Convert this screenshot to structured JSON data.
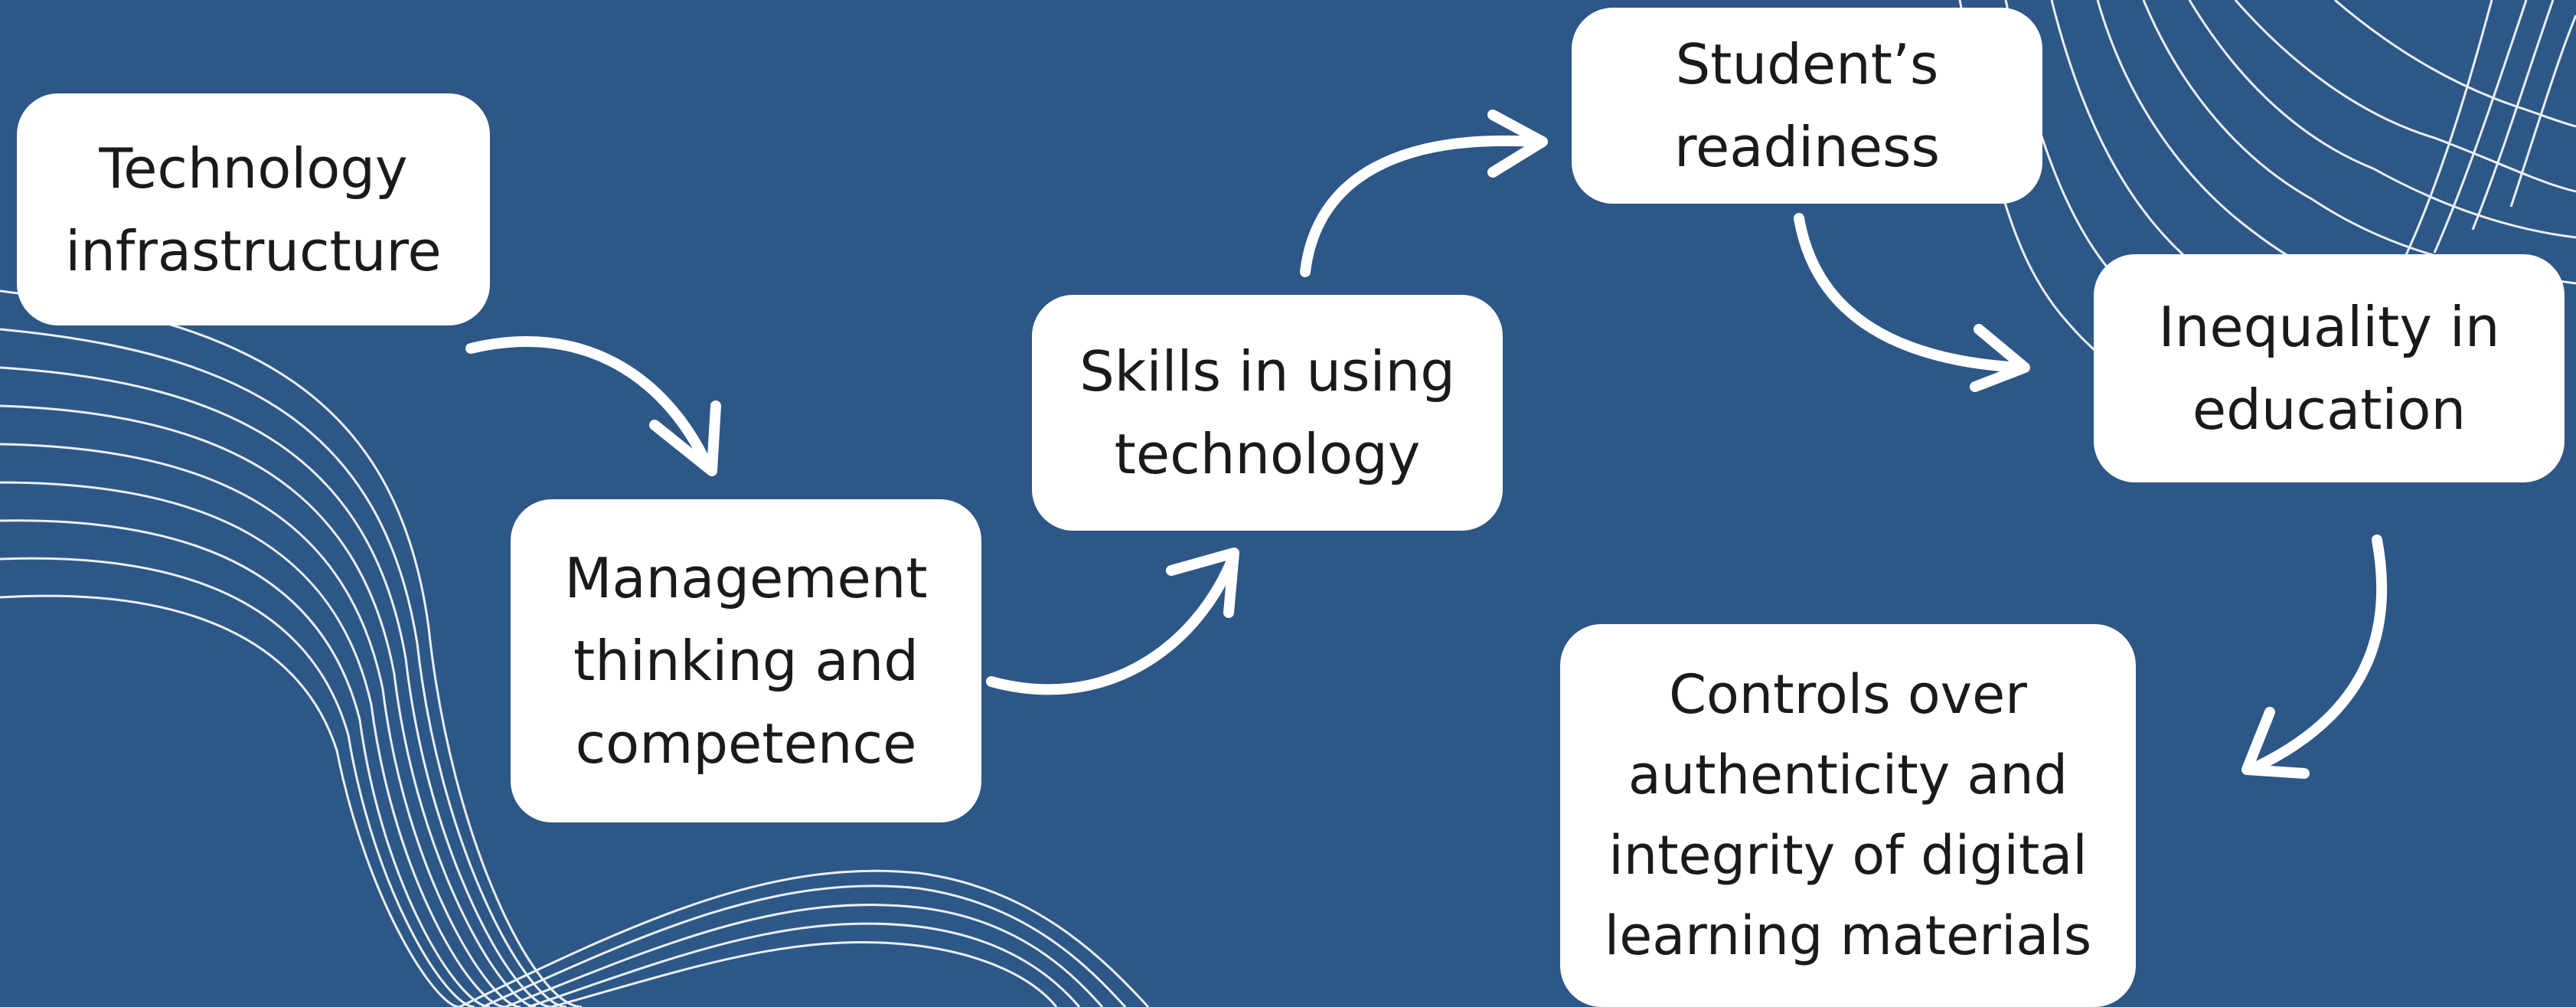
{
  "colors": {
    "background": "#2d5786",
    "box": "#ffffff",
    "text": "#1a1a1a",
    "arrow": "#ffffff"
  },
  "nodes": {
    "technology_infrastructure": [
      "Technology",
      "infrastructure"
    ],
    "management_thinking": [
      "Management",
      "thinking and",
      "competence"
    ],
    "skills_using_technology": [
      "Skills in using",
      "technology"
    ],
    "student_readiness": [
      "Student’s",
      "readiness"
    ],
    "inequality_education": [
      "Inequality in",
      "education"
    ],
    "controls_authenticity": [
      "Controls over",
      "authenticity and",
      "integrity of digital",
      "learning materials"
    ]
  }
}
